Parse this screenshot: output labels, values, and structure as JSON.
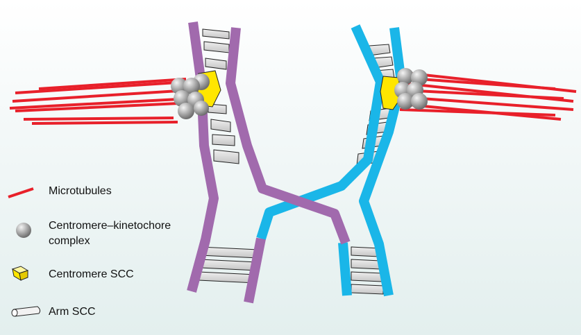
{
  "legend": {
    "microtubules": "Microtubules",
    "centromere_kinetochore_line1": "Centromere–kinetochore",
    "centromere_kinetochore_line2": "complex",
    "centromere_scc": "Centromere SCC",
    "arm_scc": "Arm SCC"
  },
  "colors": {
    "chromatid_purple": "#a16aad",
    "chromatid_cyan": "#1ab6e8",
    "microtubule_red": "#e8202a",
    "centromere_scc_yellow": "#ffe600",
    "arm_scc_gray": "#d6d6d6",
    "kinetochore_gray": "#9a9a9a"
  },
  "icons": [
    "microtubule-swatch",
    "kinetochore-sphere-icon",
    "centromere-cube-icon",
    "arm-cylinder-icon"
  ]
}
